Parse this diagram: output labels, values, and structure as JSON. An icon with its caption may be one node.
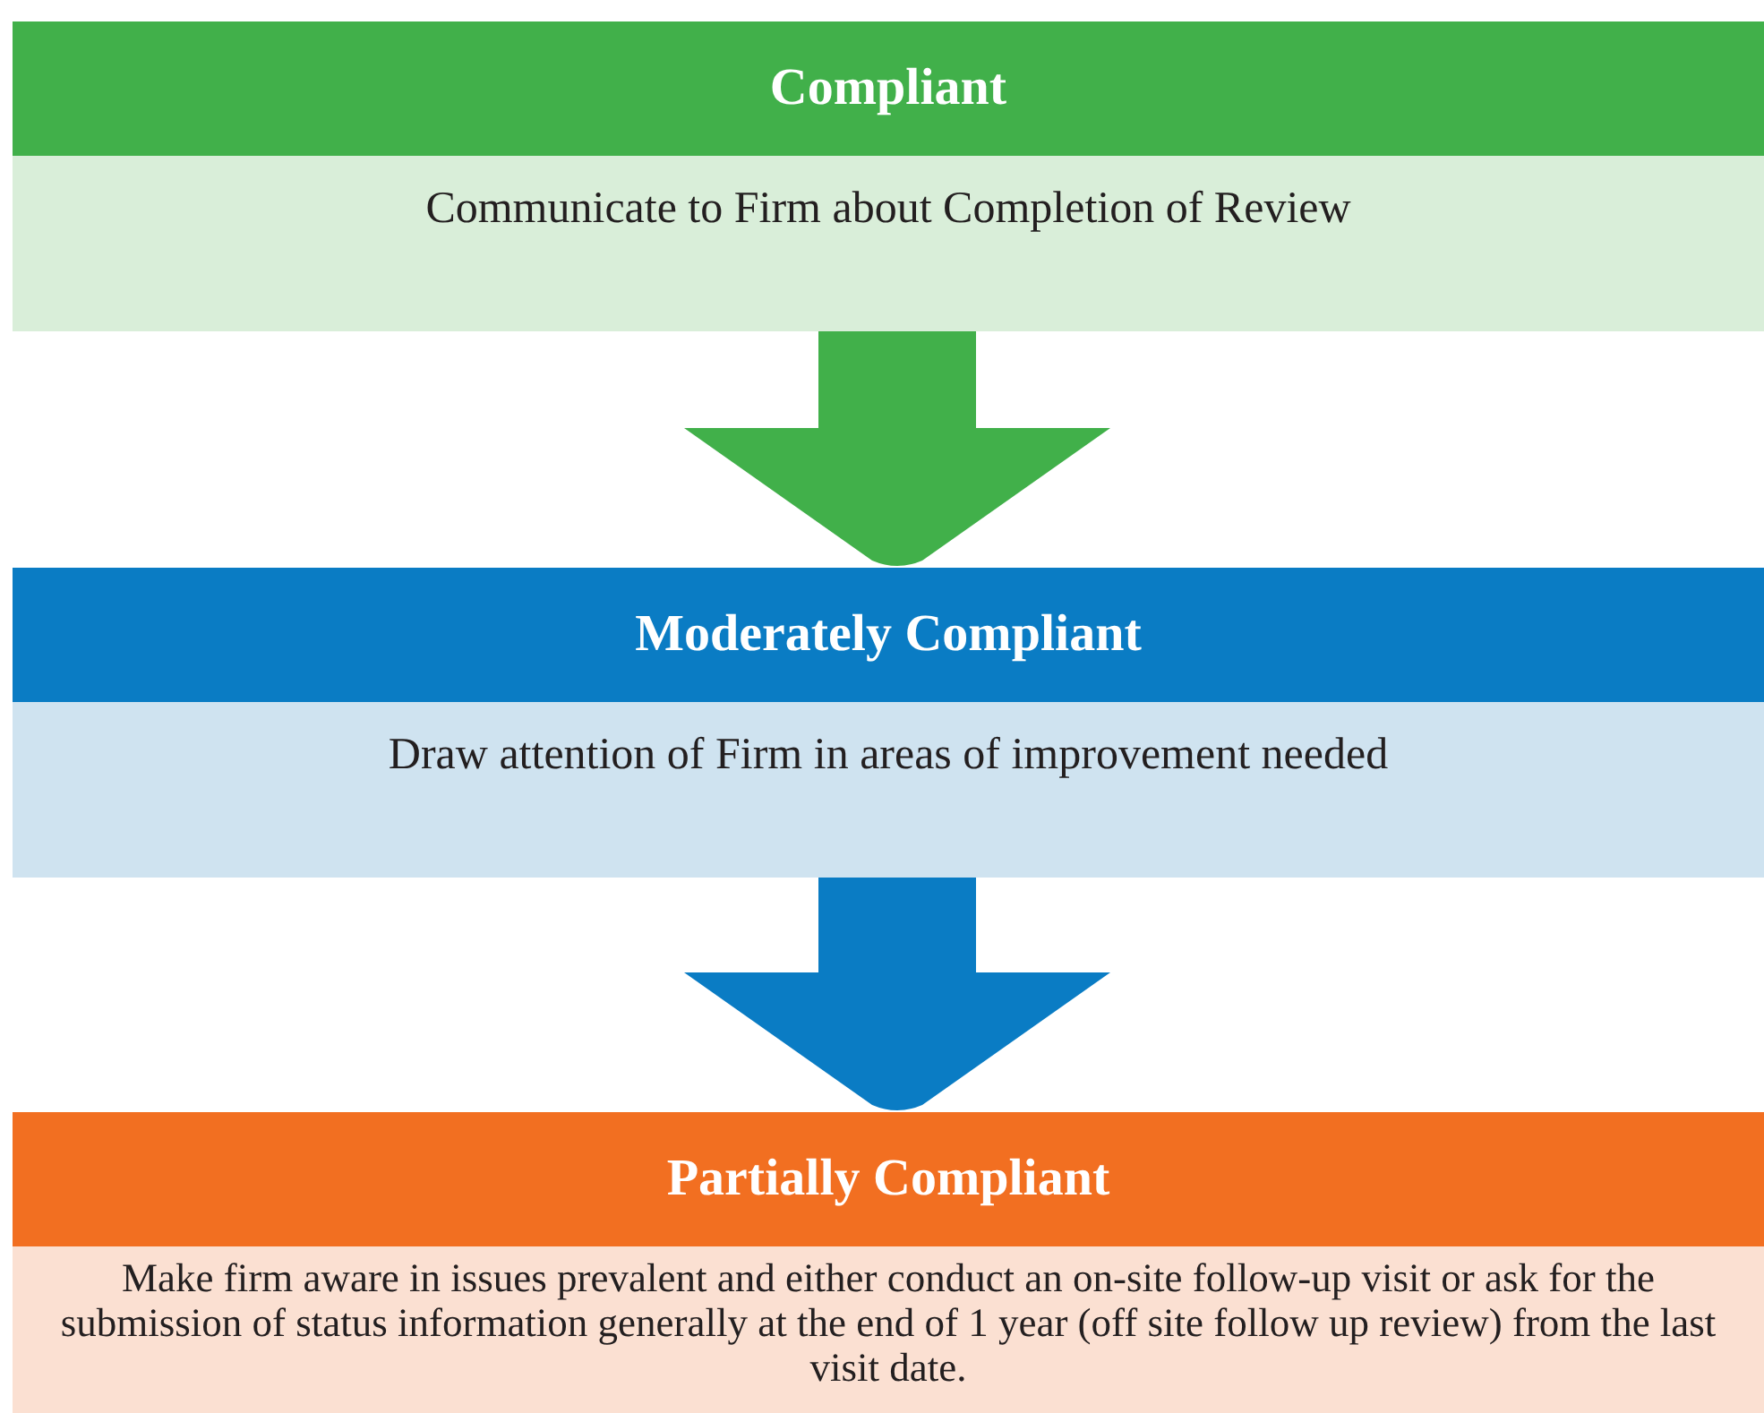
{
  "diagram": {
    "nodes": [
      {
        "text": [
          "Compliant",
          "Communicate to Firm about Completion of Review"
        ]
      },
      {
        "text": [
          "Moderately Compliant",
          "Draw attention of Firm in areas of improvement needed"
        ]
      },
      {
        "text": [
          "Partially Compliant",
          "Make firm aware in issues prevalent and either conduct an on-site follow-up visit or ask for the submission of status information generally at the end of 1 year (off site follow up review) from the last visit date."
        ]
      }
    ],
    "edges": [
      {
        "from": 0,
        "to": 1,
        "arrow": "to",
        "color": "#41b04a"
      },
      {
        "from": 1,
        "to": 2,
        "arrow": "to",
        "color": "#0a7cc4"
      }
    ]
  }
}
